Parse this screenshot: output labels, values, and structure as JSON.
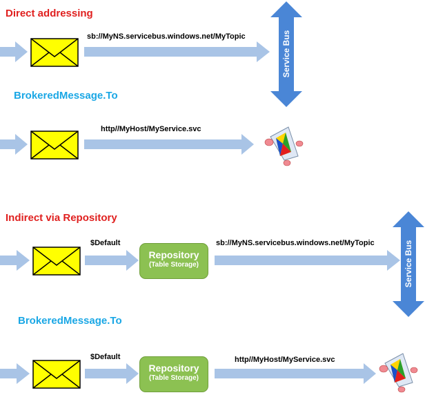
{
  "sections": {
    "direct": {
      "title": "Direct addressing",
      "rows": [
        {
          "url": "sb://MyNS.servicebus.windows.net/MyTopic"
        },
        {
          "url": "http//MyHost/MyService.svc"
        }
      ],
      "subtitle": "BrokeredMessage.To",
      "bus_label": "Service Bus"
    },
    "indirect": {
      "title": "Indirect via Repository",
      "rows": [
        {
          "address": "$Default",
          "repository": "Repository",
          "repository_sub": "(Table Storage)",
          "url": "sb://MyNS.servicebus.windows.net/MyTopic"
        },
        {
          "address": "$Default",
          "repository": "Repository",
          "repository_sub": "(Table Storage)",
          "url": "http//MyHost/MyService.svc"
        }
      ],
      "subtitle": "BrokeredMessage.To",
      "bus_label": "Service Bus"
    }
  },
  "icons": [
    "envelope-icon",
    "service-endpoint-icon",
    "double-arrow-icon"
  ],
  "colors": {
    "title_red": "#e0201f",
    "subtitle_blue": "#1aa7e5",
    "arrow_light": "#a9c4e6",
    "bus_arrow": "#4a86d6",
    "envelope": "#ffff00",
    "repository": "#8cc152"
  }
}
